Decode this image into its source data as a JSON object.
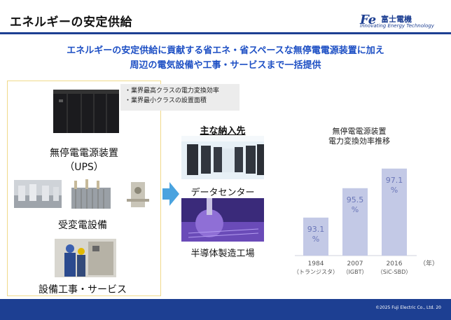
{
  "header": {
    "title": "エネルギーの安定供給",
    "logo_mark": "Fe",
    "logo_name": "富士電機",
    "logo_tagline": "Innovating Energy Technology"
  },
  "headline": {
    "line1": "エネルギーの安定供給に貢献する省エネ・省スペースな無停電電源装置に加え",
    "line2": "周辺の電気設備や工事・サービスまで一括提供"
  },
  "left_panel": {
    "callout": [
      "・業界最高クラスの電力変換効率",
      "・業界最小クラスの設置面積"
    ],
    "ups_label": "無停電電源装置",
    "ups_sub": "（UPS）",
    "substation_label": "受変電設備",
    "service_label": "設備工事・サービス"
  },
  "destinations": {
    "title": "主な納入先",
    "items": [
      "データセンター",
      "半導体製造工場"
    ]
  },
  "colors": {
    "accent_blue": "#1d4fc4",
    "brand_navy": "#1d3f92",
    "bar": "#c3c9e6",
    "bar_text": "#6a76b8"
  },
  "chart_data": {
    "type": "bar",
    "title": "無停電電源装置\n電力変換効率推移",
    "title_lines": [
      "無停電電源装置",
      "電力変換効率推移"
    ],
    "categories": [
      "1984",
      "2007",
      "2016"
    ],
    "category_sublabels": [
      "（トランジスタ）",
      "（IGBT）",
      "（SiC-SBD）"
    ],
    "values": [
      93.1,
      95.5,
      97.1
    ],
    "value_labels": [
      "93.1\n%",
      "95.5\n%",
      "97.1\n%"
    ],
    "unit": "%",
    "xunit_label": "（年）",
    "ylim": [
      90,
      98
    ]
  },
  "footer": {
    "copyright": "©2025 Fuji Electric Co., Ltd.  20"
  }
}
